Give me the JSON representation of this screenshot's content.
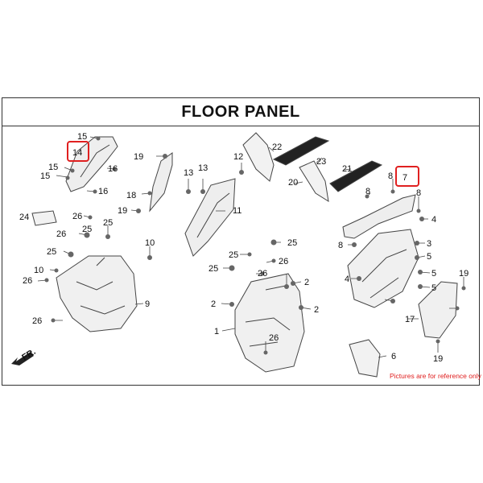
{
  "title": "FLOOR PANEL",
  "note": "Pictures are for reference only",
  "direction_label": "FR.",
  "highlight_color": "#e02020",
  "highlighted_parts": [
    "14",
    "7"
  ],
  "callouts": {
    "c1": "1",
    "c2a": "2",
    "c2b": "2",
    "c2c": "2",
    "c3": "3",
    "c4a": "4",
    "c4b": "4",
    "c5a": "5",
    "c5b": "5",
    "c5c": "5",
    "c6": "6",
    "c7": "7",
    "c8a": "8",
    "c8b": "8",
    "c8c": "8",
    "c9": "9",
    "c10a": "10",
    "c10b": "10",
    "c11": "11",
    "c12": "12",
    "c13a": "13",
    "c13b": "13",
    "c14": "14",
    "c15a": "15",
    "c15b": "15",
    "c15c": "15",
    "c16a": "16",
    "c16b": "16",
    "c17": "17",
    "c18": "18",
    "c19a": "19",
    "c19b": "19",
    "c19c": "19",
    "c19d": "19",
    "c20": "20",
    "c21": "21",
    "c22": "22",
    "c23": "23",
    "c24": "24",
    "c25a": "25",
    "c25b": "25",
    "c25c": "25",
    "c25d": "25",
    "c25e": "25",
    "c26a": "26",
    "c26b": "26",
    "c26c": "26",
    "c26d": "26",
    "c26e": "26",
    "c26f": "26"
  }
}
